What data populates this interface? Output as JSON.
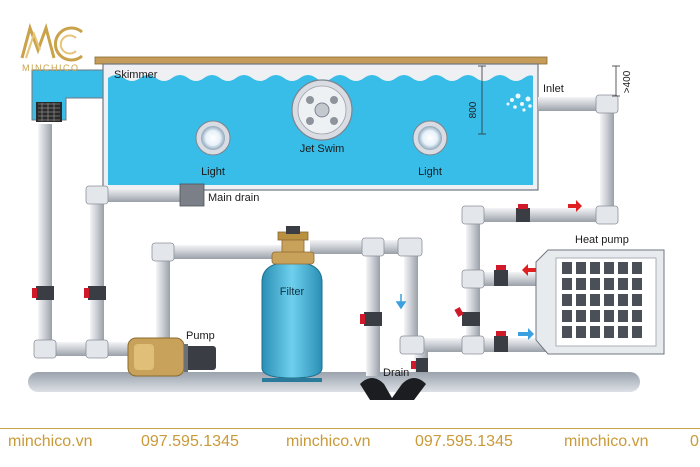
{
  "logo": {
    "text": "MINCHICO"
  },
  "labels": {
    "skimmer": "Skimmer",
    "inlet": "Inlet",
    "dim_800": "800",
    "dim_400": ">400",
    "jet_swim": "Jet Swim",
    "light_left": "Light",
    "light_right": "Light",
    "main_drain": "Main drain",
    "heat_pump": "Heat pump",
    "filter": "Filter",
    "pump": "Pump",
    "drain": "Drain"
  },
  "footer": {
    "items": [
      "minchico.vn",
      "097.595.1345",
      "minchico.vn",
      "097.595.1345",
      "minchico.vn",
      "0"
    ]
  },
  "colors": {
    "water": "#38bde8",
    "pipe": "#d8dbe0",
    "valve": "#d01a2a",
    "deck": "#c69c5a",
    "filter": "#4cb3d6",
    "pump": "#c8a25a",
    "gold": "#c9a24a",
    "arrow_blue": "#3aa0e0",
    "arrow_red": "#e02020"
  }
}
